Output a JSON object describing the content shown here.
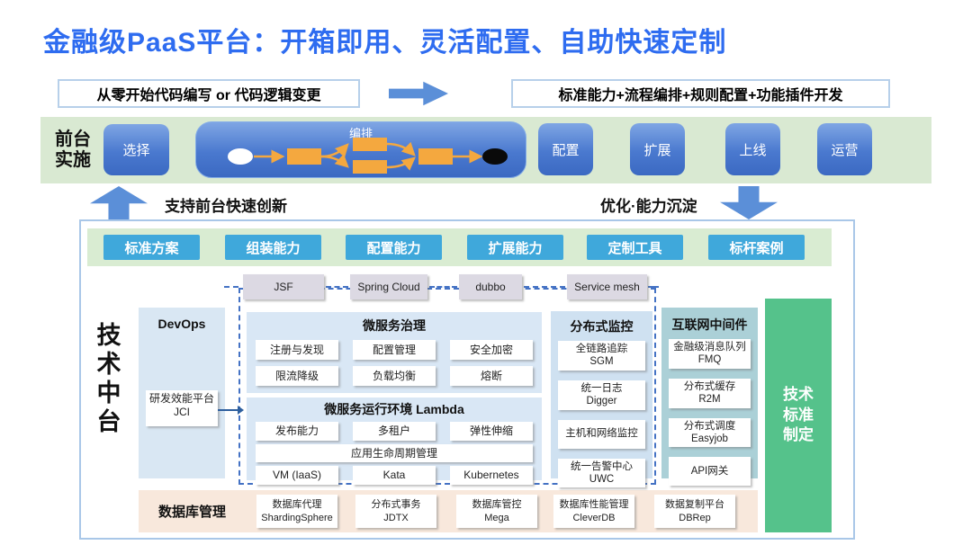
{
  "title": "金融级PaaS平台：开箱即用、灵活配置、自助快速定制",
  "top": {
    "left_box": "从零开始代码编写 or 代码逻辑变更",
    "right_box": "标准能力+流程编排+规则配置+功能插件开发"
  },
  "band": {
    "label_line1": "前台",
    "label_line2": "实施",
    "select": "选择",
    "orchestration": "编排",
    "steps": [
      "配置",
      "扩展",
      "上线",
      "运营"
    ]
  },
  "arrows": {
    "up_caption": "支持前台快速创新",
    "down_caption": "优化·能力沉淀"
  },
  "platform": {
    "vertical_label": [
      "技",
      "术",
      "中",
      "台"
    ],
    "tabs": [
      "标准方案",
      "组装能力",
      "配置能力",
      "扩展能力",
      "定制工具",
      "标杆案例"
    ],
    "frameworks": [
      "JSF",
      "Spring Cloud",
      "dubbo",
      "Service mesh"
    ],
    "devops": {
      "title": "DevOps",
      "item": {
        "name": "研发效能平台",
        "code": "JCI"
      }
    },
    "governance": {
      "title": "微服务治理",
      "items": [
        "注册与发现",
        "配置管理",
        "安全加密",
        "限流降级",
        "负载均衡",
        "熔断"
      ]
    },
    "lambda": {
      "title": "微服务运行环境 Lambda",
      "row1": [
        "发布能力",
        "多租户",
        "弹性伸缩"
      ],
      "row2": "应用生命周期管理",
      "row3": [
        "VM (IaaS)",
        "Kata",
        "Kubernetes"
      ]
    },
    "monitoring": {
      "title": "分布式监控",
      "items": [
        {
          "name": "全链路追踪",
          "code": "SGM"
        },
        {
          "name": "统一日志",
          "code": "Digger"
        },
        {
          "name": "主机和网络监控",
          "code": ""
        },
        {
          "name": "统一告警中心",
          "code": "UWC"
        }
      ]
    },
    "middleware": {
      "title": "互联网中间件",
      "items": [
        {
          "name": "金融级消息队列",
          "code": "FMQ"
        },
        {
          "name": "分布式缓存",
          "code": "R2M"
        },
        {
          "name": "分布式调度",
          "code": "Easyjob"
        },
        {
          "name": "API网关",
          "code": ""
        }
      ]
    },
    "standards": {
      "lines": [
        "技术",
        "标准",
        "制定"
      ]
    },
    "database": {
      "label": "数据库管理",
      "items": [
        {
          "name": "数据库代理",
          "code": "ShardingSphere"
        },
        {
          "name": "分布式事务",
          "code": "JDTX"
        },
        {
          "name": "数据库管控",
          "code": "Mega"
        },
        {
          "name": "数据库性能管理",
          "code": "CleverDB"
        },
        {
          "name": "数据复制平台",
          "code": "DBRep"
        }
      ]
    }
  },
  "colors": {
    "title_blue": "#2e6cf0",
    "arrow_blue": "#5b8fd8",
    "pill_blue": "#4a79cf",
    "tab_cyan": "#3fa8db",
    "band_green": "#d9e9d2",
    "panel_blue": "#d9e7f5",
    "panel_teal": "#abd0d7",
    "panel_green": "#55c28b",
    "panel_peach": "#f8e8dc",
    "flow_orange": "#f4a83f"
  }
}
